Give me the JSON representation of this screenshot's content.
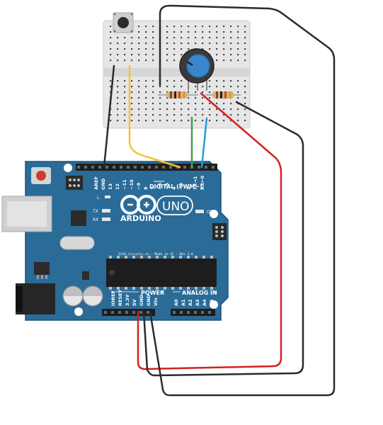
{
  "colors": {
    "board": "#2a6b98",
    "board_edge": "#1d5479",
    "breadboard": "#e4e4e4",
    "wire_black": "#2b2b2b",
    "wire_yellow": "#f4c431",
    "wire_green": "#43a047",
    "wire_blue": "#2a9bd8",
    "wire_red": "#d32121",
    "knob": "#3a86cc",
    "resistor": "#d9b27c"
  },
  "icons": [
    "arduino-infinity-logo",
    "pushbutton-icon",
    "potentiometer-icon",
    "resistor-icon",
    "chip-icon",
    "usb-port-icon",
    "dc-jack-icon",
    "capacitor-icon",
    "led-icon"
  ],
  "board": {
    "brand": "ARDUINO",
    "model": "UNO",
    "site_text": "1234.circuits.io - Made in SF - Rev 3.0",
    "digital_header": "DIGITAL (PWM~)",
    "power_header": "POWER",
    "analog_header": "ANALOG IN",
    "led_labels": {
      "l": "L",
      "tx": "TX",
      "rx": "RX",
      "on": "ON"
    },
    "digital_pins": [
      "AREF",
      "GND",
      "13",
      "12",
      "~11",
      "~10",
      "~9",
      "8",
      "7",
      "~6",
      "~5",
      "4",
      "~3",
      "2",
      "TX→1",
      "RX←0"
    ],
    "power_pins": [
      "IOREF",
      "RESET",
      "3.3V",
      "5V",
      "GND",
      "GND",
      "Vin"
    ],
    "analog_pins": [
      "A0",
      "A1",
      "A2",
      "A3",
      "A4",
      "A5"
    ]
  }
}
